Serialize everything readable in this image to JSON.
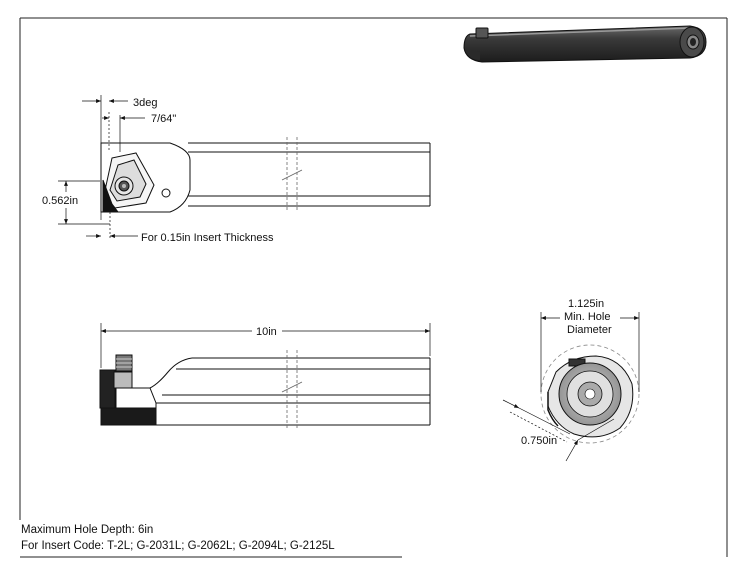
{
  "dimensions": {
    "angle": "3deg",
    "flank": "7/64\"",
    "height": "0.562in",
    "insert_thickness": "For 0.15in Insert Thickness",
    "length": "10in",
    "min_hole_value": "1.125in",
    "min_hole_line1": "Min. Hole",
    "min_hole_line2": "Diameter",
    "shank_diameter": "0.750in"
  },
  "notes": {
    "max_depth": "Maximum Hole Depth: 6in",
    "insert_codes": "For Insert Code: T-2L; G-2031L; G-2062L; G-2094L; G-2125L"
  }
}
